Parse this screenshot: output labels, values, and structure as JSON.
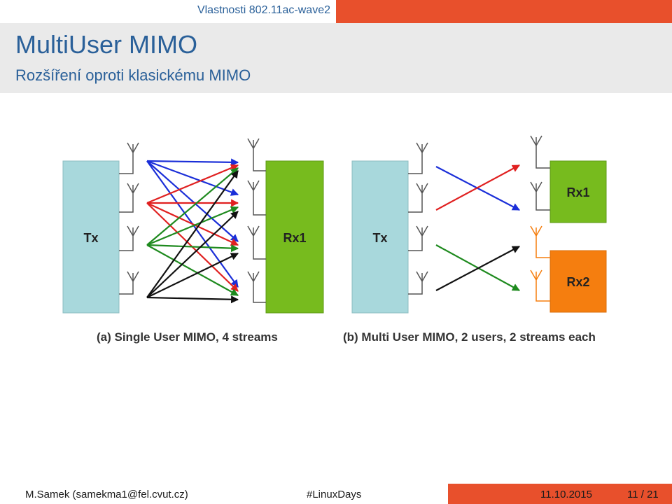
{
  "header": {
    "section": "Vlastnosti 802.11ac-wave2"
  },
  "slide": {
    "title": "MultiUser MIMO",
    "subtitle": "Rozšíření oproti klasickému MIMO"
  },
  "figure": {
    "a": {
      "tx": "Tx",
      "rx": "Rx1",
      "caption": "(a) Single User MIMO, 4 streams"
    },
    "b": {
      "tx": "Tx",
      "rx1": "Rx1",
      "rx2": "Rx2",
      "caption": "(b) Multi User MIMO, 2 users, 2 streams each"
    },
    "colors": {
      "tx": "#a8d8dc",
      "rx1": "#77bb1e",
      "rx2": "#f57e0f",
      "blue": "#1a2ed8",
      "red": "#e02020",
      "green": "#1e8a1e",
      "black": "#111111"
    }
  },
  "footer": {
    "author": "M.Samek (samekma1@fel.cvut.cz)",
    "event": "#LinuxDays",
    "date": "11.10.2015",
    "page": "11 / 21"
  }
}
